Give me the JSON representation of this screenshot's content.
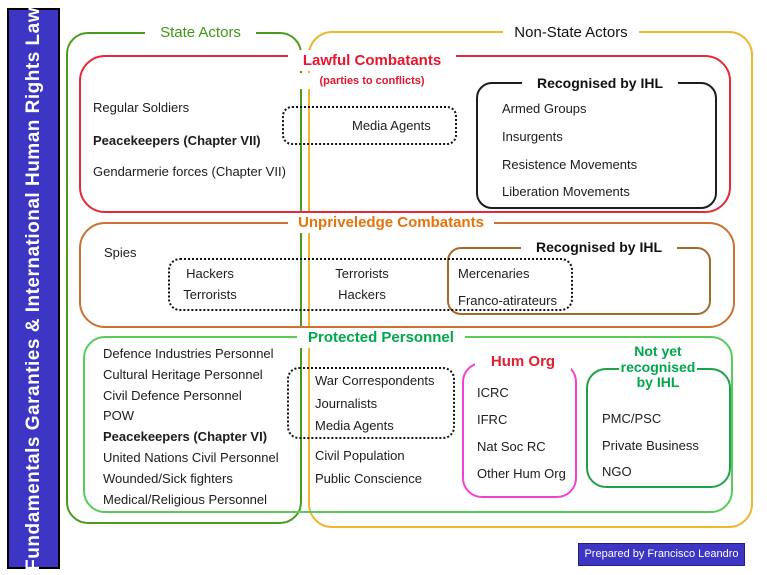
{
  "sidebar": {
    "title": "Fundamentals Garanties & International Human Rights Law"
  },
  "actors": {
    "state": "State Actors",
    "non_state": "Non-State Actors"
  },
  "lawful": {
    "title": "Lawful Combatants",
    "subtitle": "(parties to conflicts)",
    "state_items": [
      "Regular Soldiers",
      "Peacekeepers (Chapter VII)",
      "Gendarmerie forces (Chapter VII)"
    ],
    "shared_dotted_item": "Media Agents",
    "recognised": {
      "title": "Recognised by IHL",
      "items": [
        "Armed Groups",
        "Insurgents",
        "Resistence Movements",
        "Liberation Movements"
      ]
    }
  },
  "unpriveledge": {
    "title": "Unpriveledge Combatants",
    "state_item": "Spies",
    "dotted_state_items": [
      "Hackers",
      "Terrorists"
    ],
    "dotted_shared_items": [
      "Terrorists",
      "Hackers"
    ],
    "recognised": {
      "title": "Recognised by IHL",
      "dotted_items": [
        "Mercenaries",
        "Franco-atirateurs"
      ]
    }
  },
  "protected": {
    "title": "Protected Personnel",
    "state_items": [
      "Defence Industries Personnel",
      "Cultural Heritage Personnel",
      "Civil Defence Personnel",
      "POW",
      "Peacekeepers (Chapter VI)",
      "United Nations Civil Personnel",
      "Wounded/Sick fighters",
      "Medical/Religious Personnel"
    ],
    "dotted_items": [
      "War Correspondents",
      "Journalists",
      "Media Agents"
    ],
    "shared_items": [
      "Civil Population",
      "Public Conscience"
    ],
    "hum_org": {
      "title": "Hum Org",
      "items": [
        "ICRC",
        "IFRC",
        "Nat Soc RC",
        "Other Hum Org"
      ]
    },
    "not_yet": {
      "title_lines": [
        "Not yet",
        "recognised",
        "by IHL"
      ],
      "items": [
        "PMC/PSC",
        "Private Business",
        "NGO"
      ]
    }
  },
  "footer": {
    "credit": "Prepared by Francisco Leandro"
  },
  "colors": {
    "sidebar_blue": "#3D36C4",
    "state_green": "#4C9C1C",
    "non_state_gold": "#EFB72E",
    "lawful_red": "#E42938",
    "title_red": "#E8152C",
    "unpriveledge_orange": "#E8720C",
    "recognised_brown": "#A36A2D",
    "protected_light_green": "#58CC58",
    "accent_green": "#00A74B",
    "hum_org_pink": "#F042CE"
  }
}
